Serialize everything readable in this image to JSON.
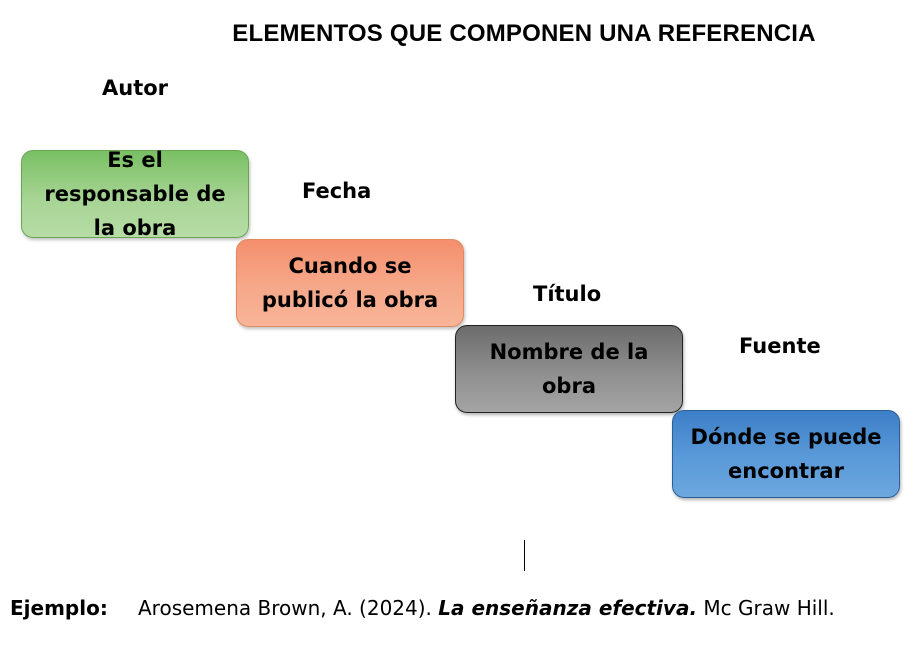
{
  "title": "ELEMENTOS QUE COMPONEN UNA REFERENCIA",
  "steps": [
    {
      "label": "Autor",
      "text": "Es el responsable de la obra",
      "color": "#a6d493"
    },
    {
      "label": "Fecha",
      "text": "Cuando se publicó la obra",
      "color": "#f6a88a"
    },
    {
      "label": "Título",
      "text": "Nombre de la obra",
      "color": "#8f8f8f"
    },
    {
      "label": "Fuente",
      "text": "Dónde se puede encontrar",
      "color": "#5a9ad9"
    }
  ],
  "example": {
    "label": "Ejemplo:",
    "author_year": "Arosemena Brown, A. (2024).",
    "work_title": "La enseñanza efectiva.",
    "publisher": "Mc Graw Hill."
  }
}
